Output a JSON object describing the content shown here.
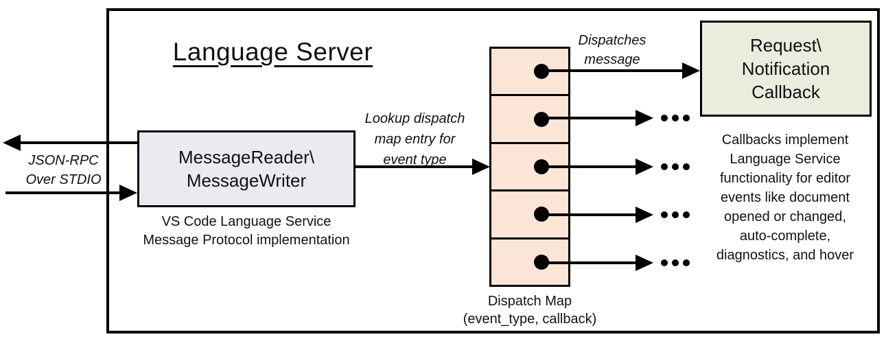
{
  "colors": {
    "reader_box_fill": "#ebeaf1",
    "dispatch_map_fill": "#fbe5d6",
    "callback_box_fill": "#e8eddd",
    "line": "#000000"
  },
  "diagram": {
    "title": "Language Server",
    "stdio_label": "JSON-RPC\nOver STDIO",
    "reader_box_label": "MessageReader\\\nMessageWriter",
    "reader_caption": "VS Code Language Service\nMessage Protocol implementation",
    "lookup_label": "Lookup dispatch\nmap entry for\nevent type",
    "dispatches_label": "Dispatches\nmessage",
    "callback_box_label": "Request\\\nNotification\nCallback",
    "callback_caption": "Callbacks implement\nLanguage Service\nfunctionality for editor\nevents like document\nopened or changed,\nauto-complete,\ndiagnostics, and hover",
    "dispatch_map_caption": "Dispatch Map\n(event_type, callback)"
  }
}
